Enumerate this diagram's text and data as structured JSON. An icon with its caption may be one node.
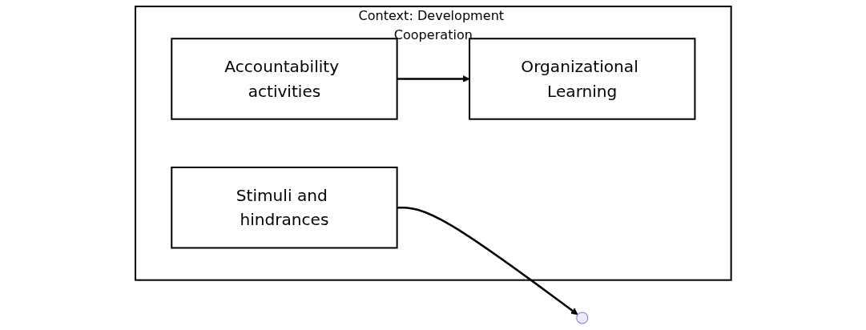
{
  "diagram": {
    "nodes": [
      {
        "text": [
          "Context: Development Cooperation"
        ]
      },
      {
        "text": [
          "Accountability activities"
        ],
        "in": 0
      },
      {
        "text": [
          "Organizational Learning"
        ],
        "in": 0
      },
      {
        "text": [
          "Stimuli and hindrances"
        ],
        "in": 0
      }
    ],
    "edges": [
      {
        "from": 1,
        "to": 2,
        "arrow": "to"
      },
      {
        "from": 3,
        "to": null,
        "arrow": "to"
      }
    ]
  }
}
